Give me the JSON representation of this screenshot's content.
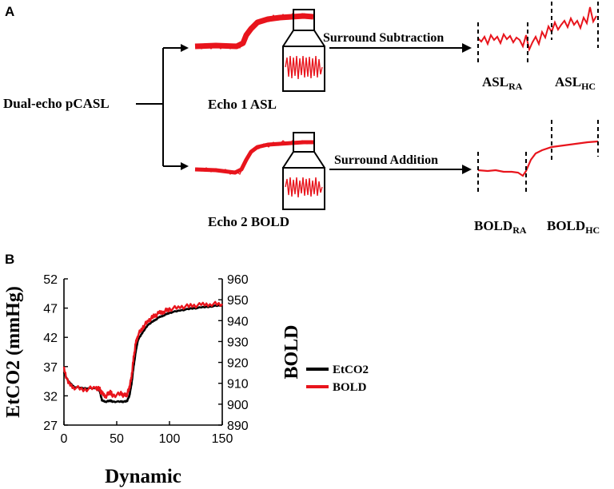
{
  "panel_a": {
    "letter": "A",
    "source_label": "Dual-echo pCASL",
    "echo1_label": "Echo 1 ASL",
    "echo2_label": "Echo 2 BOLD",
    "subtraction_label": "Surround Subtraction",
    "addition_label": "Surround Addition",
    "asl_ra": {
      "main": "ASL",
      "sub": "RA"
    },
    "asl_hc": {
      "main": "ASL",
      "sub": "HC"
    },
    "bold_ra": {
      "main": "BOLD",
      "sub": "RA"
    },
    "bold_hc": {
      "main": "BOLD",
      "sub": "HC"
    },
    "colors": {
      "signal": "#e8141c",
      "ink": "#000000"
    }
  },
  "panel_b": {
    "letter": "B",
    "chart_data": {
      "type": "line",
      "xlabel": "Dynamic",
      "ylabel_left": "EtCO2 (mmHg)",
      "ylabel_right": "BOLD",
      "xlim": [
        0,
        150
      ],
      "xticks": [
        "0",
        "50",
        "100",
        "150"
      ],
      "ylim_left": [
        27,
        52
      ],
      "yticks_left": [
        "27",
        "32",
        "37",
        "42",
        "47",
        "52"
      ],
      "ylim_right": [
        890,
        960
      ],
      "yticks_right": [
        "890",
        "900",
        "910",
        "920",
        "930",
        "940",
        "950",
        "960"
      ],
      "legend_position": "right",
      "grid": false,
      "series": [
        {
          "name": "EtCO2",
          "axis": "left",
          "color": "#000000",
          "x": [
            0,
            4,
            10,
            20,
            30,
            34,
            36,
            40,
            44,
            46,
            54,
            58,
            60,
            62,
            64,
            66,
            68,
            70,
            75,
            80,
            85,
            90,
            95,
            100,
            110,
            120,
            130,
            140,
            150
          ],
          "y": [
            36,
            34.5,
            33.5,
            33.3,
            33.3,
            32.8,
            31.2,
            31,
            31.2,
            31,
            31,
            31,
            31.2,
            32,
            34,
            37,
            39.5,
            41.5,
            43,
            44.2,
            44.8,
            45.4,
            45.8,
            46.2,
            46.6,
            46.9,
            47.1,
            47.3,
            47.5
          ]
        },
        {
          "name": "BOLD",
          "axis": "right",
          "color": "#e8141c",
          "x": [
            0,
            4,
            10,
            20,
            30,
            34,
            36,
            40,
            44,
            46,
            54,
            58,
            60,
            62,
            64,
            66,
            68,
            70,
            75,
            80,
            85,
            90,
            95,
            100,
            110,
            120,
            130,
            140,
            150
          ],
          "y": [
            917,
            910,
            908,
            907,
            908,
            907,
            905,
            904,
            906,
            904,
            905,
            904,
            905,
            908,
            913,
            922,
            929,
            933,
            937,
            940,
            942,
            943.5,
            944.5,
            945.5,
            946.5,
            947,
            947.5,
            948,
            948
          ]
        }
      ]
    }
  }
}
